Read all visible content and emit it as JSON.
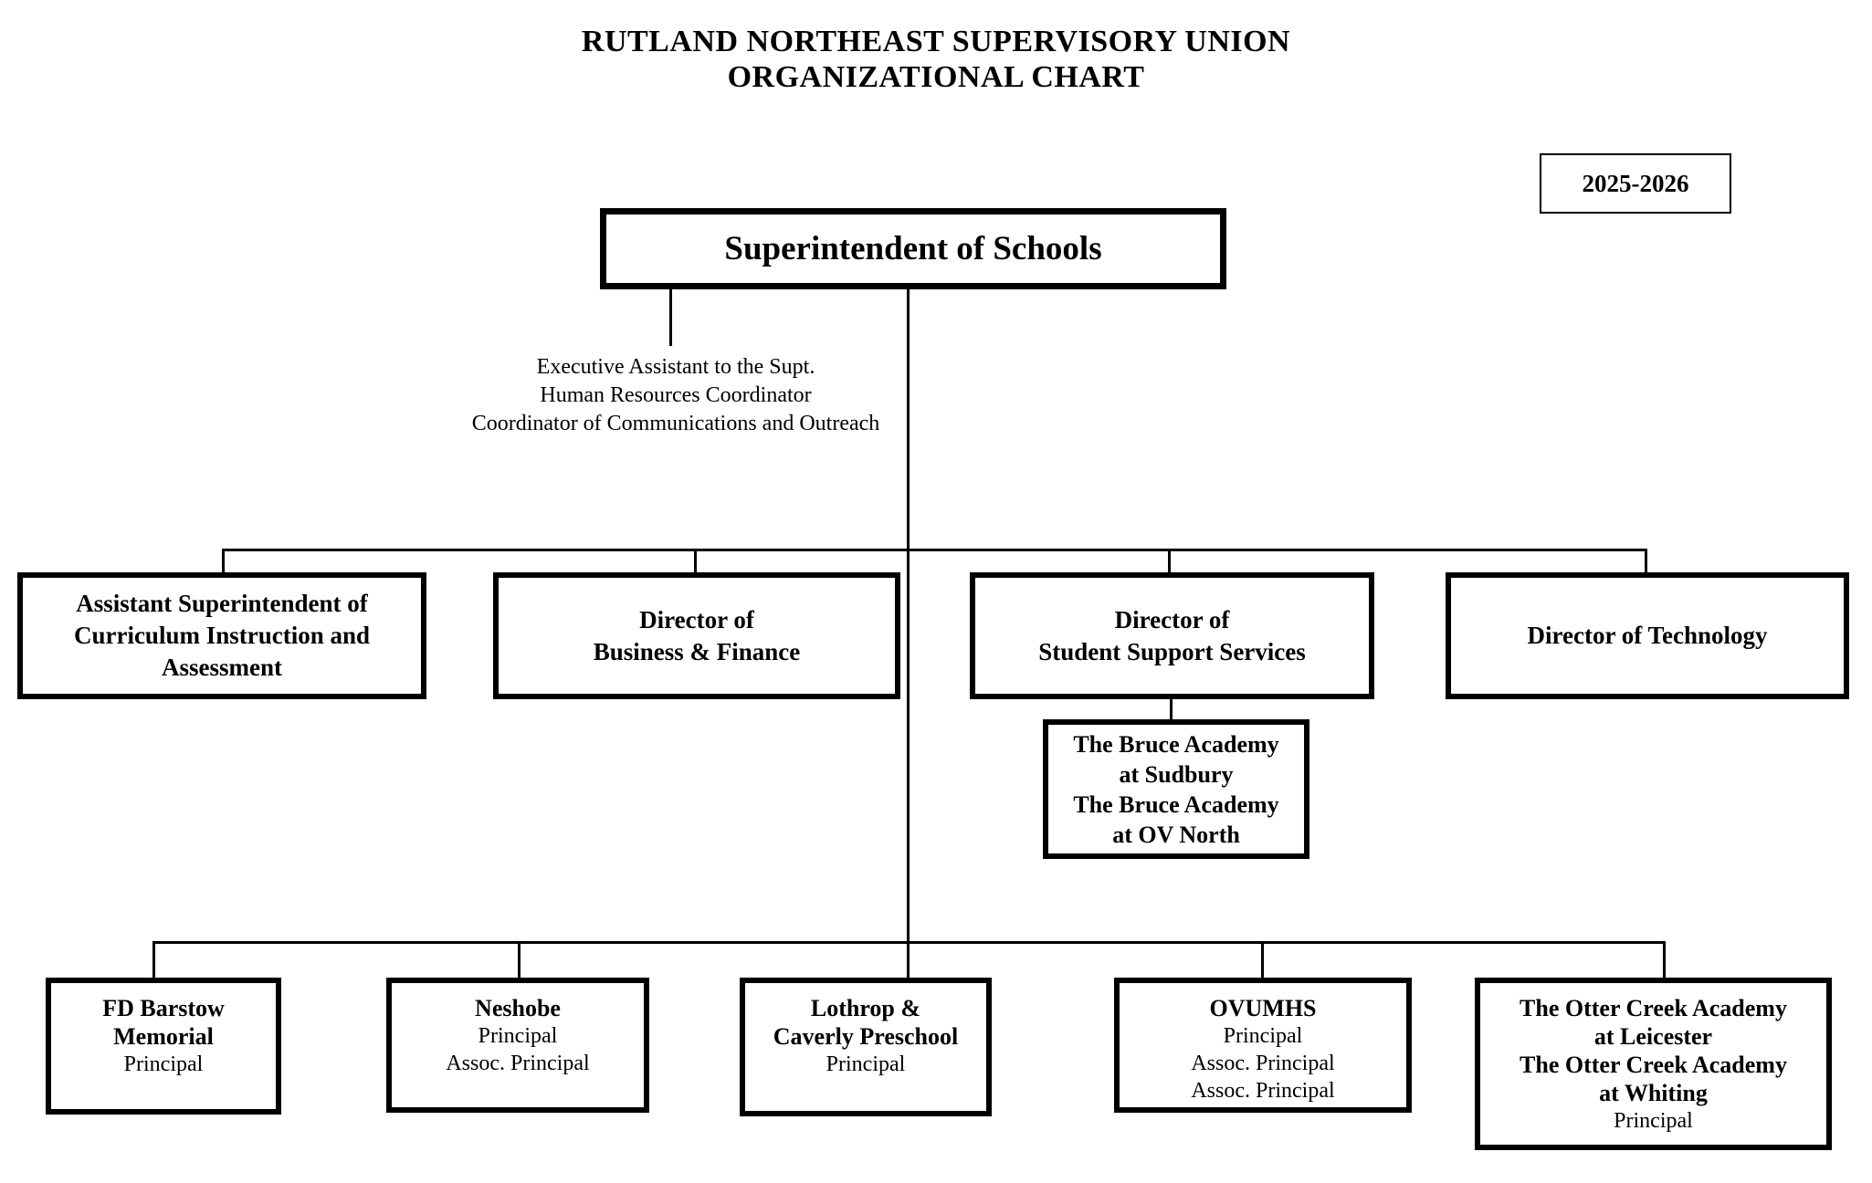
{
  "page": {
    "background_color": "#ffffff",
    "text_color": "#000000",
    "line_color": "#000000"
  },
  "title": {
    "line1": "RUTLAND NORTHEAST SUPERVISORY UNION",
    "line2": "ORGANIZATIONAL CHART"
  },
  "school_year": "2025-2026",
  "superintendent": {
    "label": "Superintendent of Schools"
  },
  "superintendent_staff": {
    "lines": "Executive Assistant to the Supt.\nHuman Resources Coordinator\nCoordinator of Communications and Outreach"
  },
  "directors": [
    {
      "label": "Assistant Superintendent of\nCurriculum Instruction and\nAssessment"
    },
    {
      "label": "Director of\nBusiness & Finance"
    },
    {
      "label": "Director of\nStudent Support Services"
    },
    {
      "label": "Director of Technology"
    }
  ],
  "student_support_programs": {
    "label": "The Bruce Academy\nat Sudbury\nThe Bruce Academy\nat OV North"
  },
  "schools": [
    {
      "name": "FD Barstow\nMemorial",
      "roles": "Principal"
    },
    {
      "name": "Neshobe",
      "roles": "Principal\nAssoc. Principal"
    },
    {
      "name": "Lothrop &\nCaverly Preschool",
      "roles": "Principal"
    },
    {
      "name": "OVUMHS",
      "roles": "Principal\nAssoc. Principal\nAssoc. Principal"
    },
    {
      "name": "The Otter Creek Academy\nat Leicester\nThe Otter Creek Academy\nat Whiting",
      "roles": "Principal"
    }
  ]
}
